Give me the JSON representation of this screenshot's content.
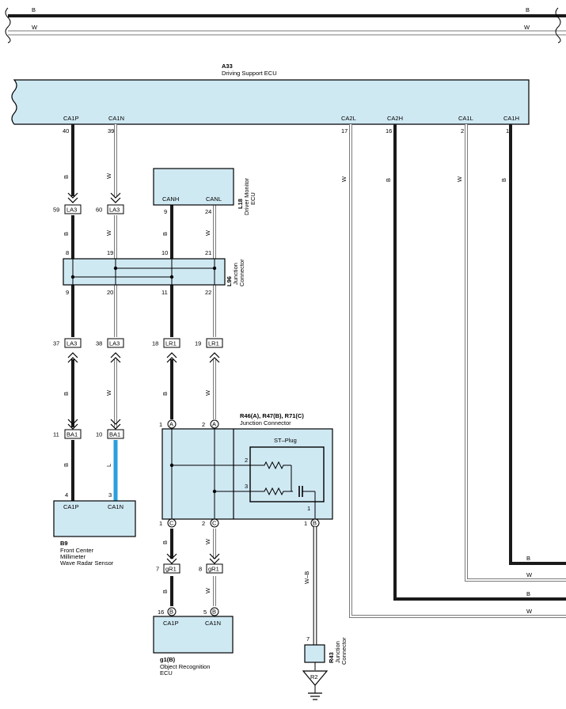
{
  "colors": {
    "ecu_fill": "#cfe9f3",
    "wire_black": "#1a1a1a",
    "wire_blue": "#2a9fde",
    "line": "#000000",
    "white_wire_edge": "#7a7a7a"
  },
  "top_bus": {
    "b_left": "B",
    "b_right": "B",
    "w_left": "W",
    "w_right": "W"
  },
  "a33": {
    "code": "A33",
    "name": "Driving Support ECU",
    "pins": [
      {
        "name": "CA1P",
        "num": "40"
      },
      {
        "name": "CA1N",
        "num": "39"
      },
      {
        "name": "CA2L",
        "num": "17"
      },
      {
        "name": "CA2H",
        "num": "16"
      },
      {
        "name": "CA1L",
        "num": "2"
      },
      {
        "name": "CA1H",
        "num": "1"
      }
    ]
  },
  "l18": {
    "code": "L18",
    "name_line1": "Driver Monitor",
    "name_line2": "ECU",
    "pins": [
      {
        "name": "CANH",
        "num": "9"
      },
      {
        "name": "CANL",
        "num": "24"
      }
    ]
  },
  "l96": {
    "code": "L96",
    "name_line1": "Junction",
    "name_line2": "Connector",
    "top_pins": [
      "8",
      "19",
      "10",
      "21"
    ],
    "bottom_pins": [
      "9",
      "20",
      "11",
      "22"
    ]
  },
  "connectors": {
    "la3_59": {
      "num": "59",
      "label": "LA3"
    },
    "la3_60": {
      "num": "60",
      "label": "LA3"
    },
    "la3_37": {
      "num": "37",
      "label": "LA3"
    },
    "la3_38": {
      "num": "38",
      "label": "LA3"
    },
    "lr1_18": {
      "num": "18",
      "label": "LR1"
    },
    "lr1_19": {
      "num": "19",
      "label": "LR1"
    },
    "ba1_11": {
      "num": "11",
      "label": "BA1"
    },
    "ba1_10": {
      "num": "10",
      "label": "BA1"
    },
    "gr1_7": {
      "num": "7",
      "label": "gR1"
    },
    "gr1_8": {
      "num": "8",
      "label": "gR1"
    }
  },
  "wire_colors": {
    "b": "B",
    "w": "W",
    "l": "L",
    "wb": "W–B"
  },
  "r46": {
    "title": "R46(A), R47(B), R71(C)",
    "name": "Junction Connector",
    "stplug": "ST–Plug",
    "pins": {
      "a1": "1",
      "a2": "2",
      "c1": "1",
      "c2": "2",
      "b1": "1",
      "in2": "2",
      "in3": "3",
      "in1": "1"
    },
    "letters": {
      "a": "A",
      "b": "B",
      "c": "C"
    }
  },
  "b9": {
    "code": "B9",
    "lines": [
      "Front Center",
      "Millimeter",
      "Wave Radar Sensor"
    ],
    "pins": [
      {
        "name": "CA1P",
        "num": "4"
      },
      {
        "name": "CA1N",
        "num": "3"
      }
    ]
  },
  "g1": {
    "code": "g1(B)",
    "lines": [
      "Object Recognition",
      "ECU"
    ],
    "pins": [
      {
        "name": "CA1P",
        "num": "16"
      },
      {
        "name": "CA1N",
        "num": "5"
      }
    ],
    "pin_letter": "B"
  },
  "r43": {
    "code": "R43",
    "name_line1": "Junction",
    "name_line2": "Connector",
    "pin": "7",
    "ground": "R2"
  },
  "right_bus": {
    "labels": [
      "B",
      "W",
      "B",
      "W"
    ]
  }
}
